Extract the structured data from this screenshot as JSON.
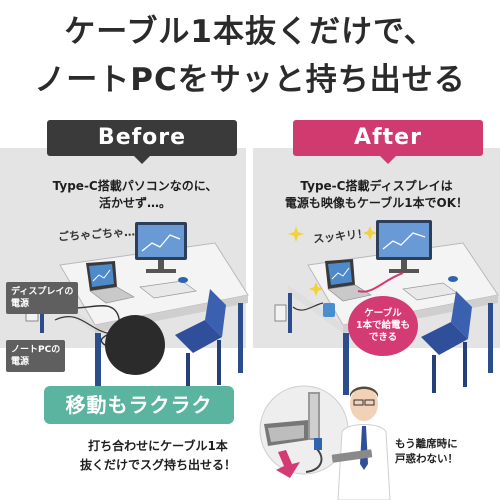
{
  "headline": {
    "line1": "ケーブル1本抜くだけで、",
    "line2": "ノートPCをサッと持ち出せる"
  },
  "before": {
    "tab": "Before",
    "caption_line1": "Type-C搭載パソコンなのに、",
    "caption_line2": "活かせず…。",
    "messy_text": "ごちゃごちゃ…",
    "label_display_power": [
      "ディスプレイの",
      "電源"
    ],
    "label_pc_power": [
      "ノートPCの",
      "電源"
    ]
  },
  "after": {
    "tab": "After",
    "caption_line1": "Type-C搭載ディスプレイは",
    "caption_line2": "電源も映像もケーブル1本でOK！",
    "clean_text": "スッキリ！",
    "bubble": [
      "ケーブル",
      "1本で給電も",
      "できる"
    ]
  },
  "mobile": {
    "tab": "移動もラクラク",
    "note_line1": "打ち合わせにケーブル1本",
    "note_line2": "抜くだけでスグ持ち出せる！",
    "person_line1": "もう離席時に",
    "person_line2": "戸惑わない！"
  },
  "colors": {
    "before_tab": "#3a3a3a",
    "after_tab": "#cf3b6f",
    "mobile_tab": "#5ab4a0",
    "chair": "#2f4f9a",
    "screen": "#5a86c6"
  }
}
